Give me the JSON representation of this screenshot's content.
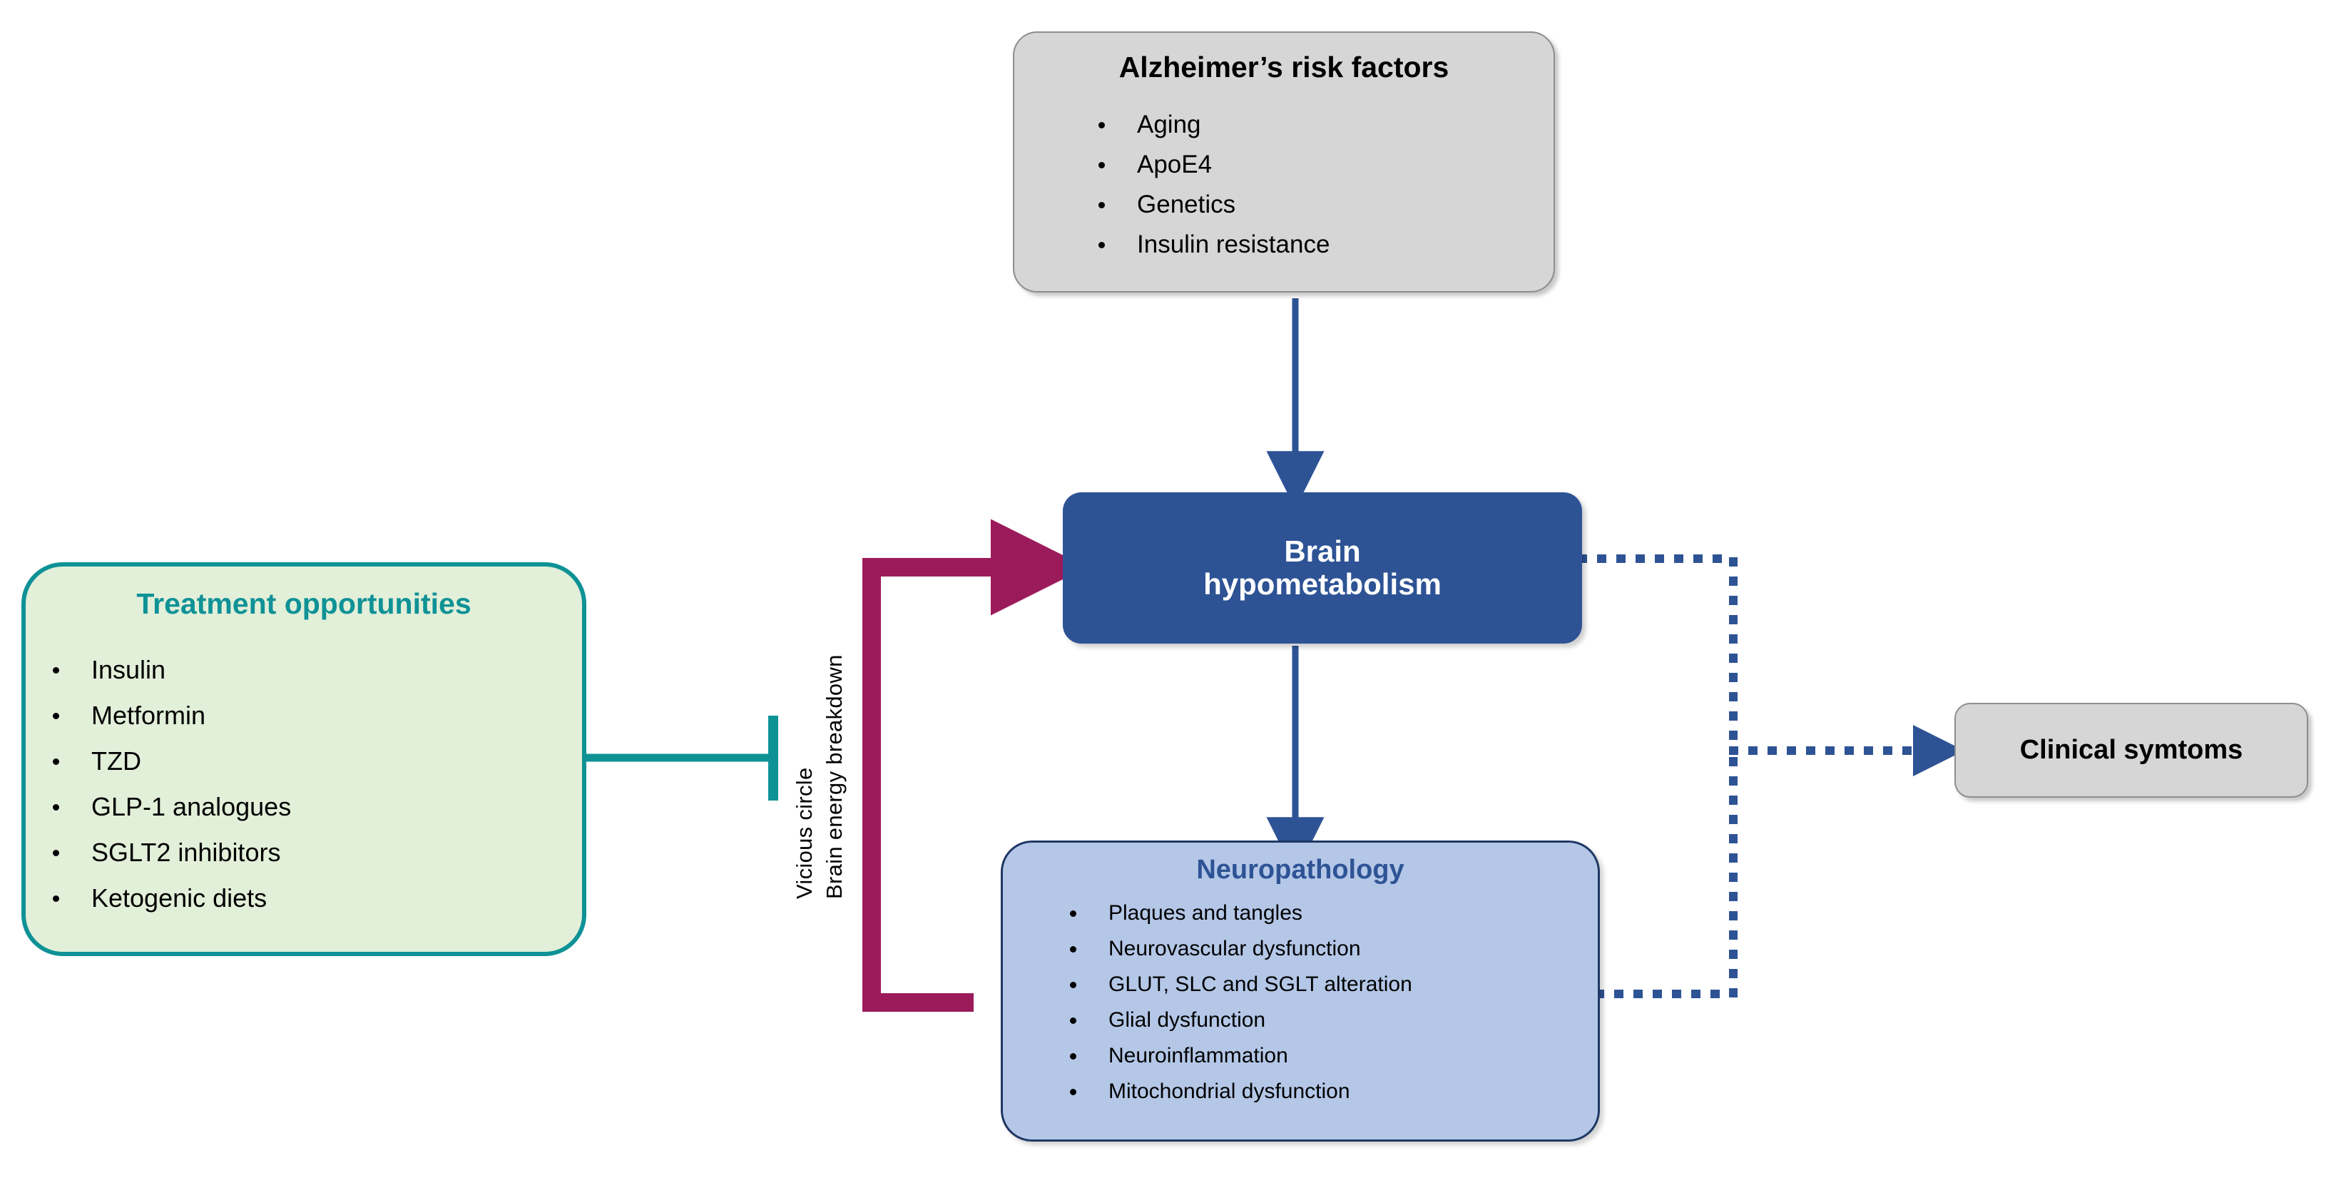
{
  "diagram": {
    "title": "Alzheimer's disease brain hypometabolism vicious circle",
    "colors": {
      "grey_fill": "#D6D6D6",
      "grey_border": "#8E8E8E",
      "navy_fill": "#2E5395",
      "lightblue_fill": "#B4C7E7",
      "lightblue_border": "#1F3864",
      "green_fill": "#E2EFD9",
      "teal": "#0E9296",
      "magenta": "#9B1B5A",
      "arrow_blue": "#2E5395"
    }
  },
  "risk_factors": {
    "heading": "Alzheimer’s risk factors",
    "items": [
      "Aging",
      "ApoE4",
      "Genetics",
      "Insulin resistance"
    ]
  },
  "hypometabolism": {
    "line1": "Brain",
    "line2": "hypometabolism"
  },
  "neuropathology": {
    "heading": "Neuropathology",
    "items": [
      "Plaques and tangles",
      "Neurovascular dysfunction",
      "GLUT, SLC and SGLT alteration",
      "Glial dysfunction",
      "Neuroinflammation",
      "Mitochondrial dysfunction"
    ]
  },
  "treatment": {
    "heading": "Treatment opportunities",
    "items": [
      "Insulin",
      "Metformin",
      "TZD",
      "GLP-1 analogues",
      "SGLT2 inhibitors",
      "Ketogenic diets"
    ]
  },
  "clinical": {
    "label": "Clinical symtoms"
  },
  "vicious_circle": {
    "line1": "Vicious circle",
    "line2": "Brain energy breakdown"
  }
}
